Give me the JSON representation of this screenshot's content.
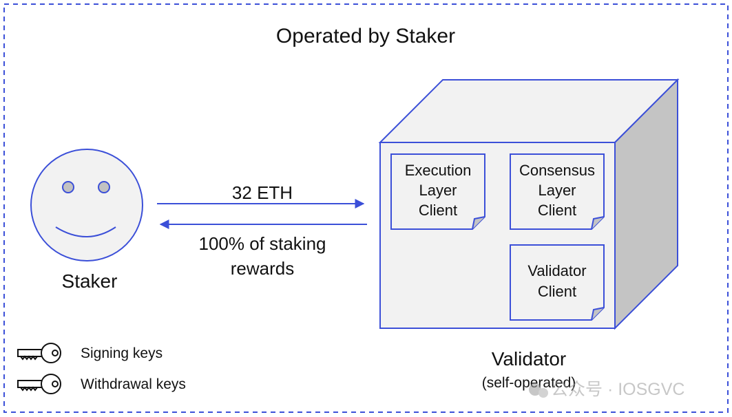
{
  "title": "Operated by Staker",
  "staker": {
    "label": "Staker"
  },
  "arrows": {
    "deposit_label": "32 ETH",
    "rewards_label_line1": "100% of staking",
    "rewards_label_line2": "rewards"
  },
  "validator": {
    "label": "Validator",
    "sublabel": "(self-operated)",
    "clients": [
      {
        "lines": [
          "Execution",
          "Layer",
          "Client"
        ]
      },
      {
        "lines": [
          "Consensus",
          "Layer",
          "Client"
        ]
      },
      {
        "lines": [
          "Validator",
          "Client"
        ]
      }
    ]
  },
  "legend": {
    "signing_keys": "Signing keys",
    "withdrawal_keys": "Withdrawal keys"
  },
  "watermark": "公众号 · IOSGVC",
  "colors": {
    "accent": "#3b4fd8",
    "face_fill": "#f2f2f2",
    "cube_side": "#c4c4c4",
    "eye_fill": "#c2c2c2"
  }
}
